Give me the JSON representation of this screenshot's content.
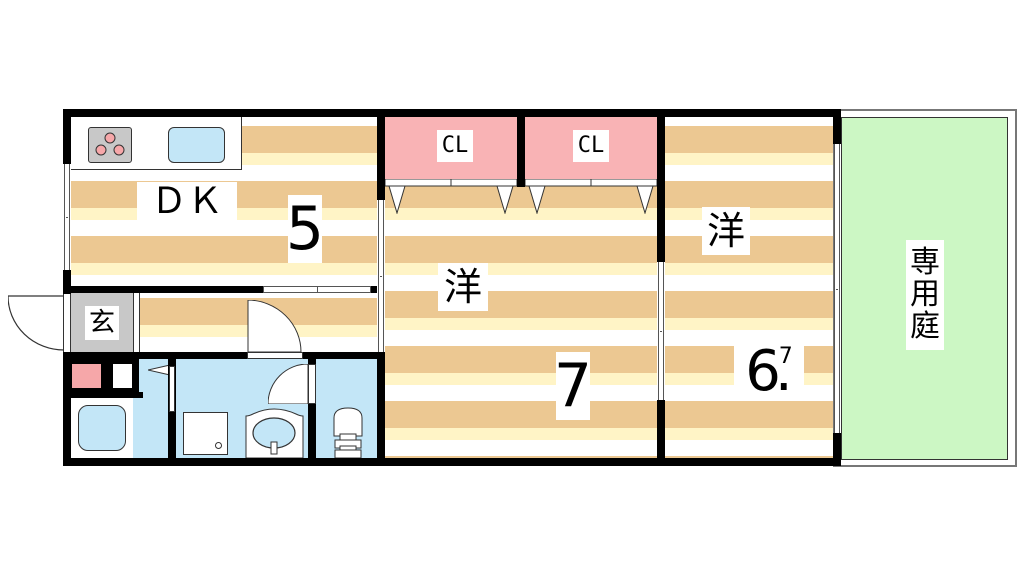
{
  "floor_plan": {
    "type": "2DK",
    "rooms": [
      {
        "id": "dk",
        "label": "ＤＫ",
        "size": "5"
      },
      {
        "id": "western_7",
        "label": "洋",
        "size": "7"
      },
      {
        "id": "western_67",
        "label": "洋",
        "size_main": "6",
        "size_decimal": "7"
      },
      {
        "id": "entrance",
        "label": "玄"
      },
      {
        "id": "garden",
        "label": "専用庭",
        "chars": [
          "専",
          "用",
          "庭"
        ]
      }
    ],
    "closets": [
      {
        "label": "CL"
      },
      {
        "label": "CL"
      }
    ],
    "fixtures": [
      "stove",
      "kitchen-sink",
      "bathtub",
      "shower-pan",
      "washbasin",
      "toilet",
      "shoe-cabinet",
      "washing-machine-space"
    ],
    "colors": {
      "wall": "#000000",
      "floor_tan": "#ecc892",
      "floor_yellow": "#fff4c6",
      "wet_area": "#c3e6f7",
      "closet": "#f9b3b5",
      "garden": "#ccf7c4",
      "entrance": "#c8c8c8"
    }
  }
}
